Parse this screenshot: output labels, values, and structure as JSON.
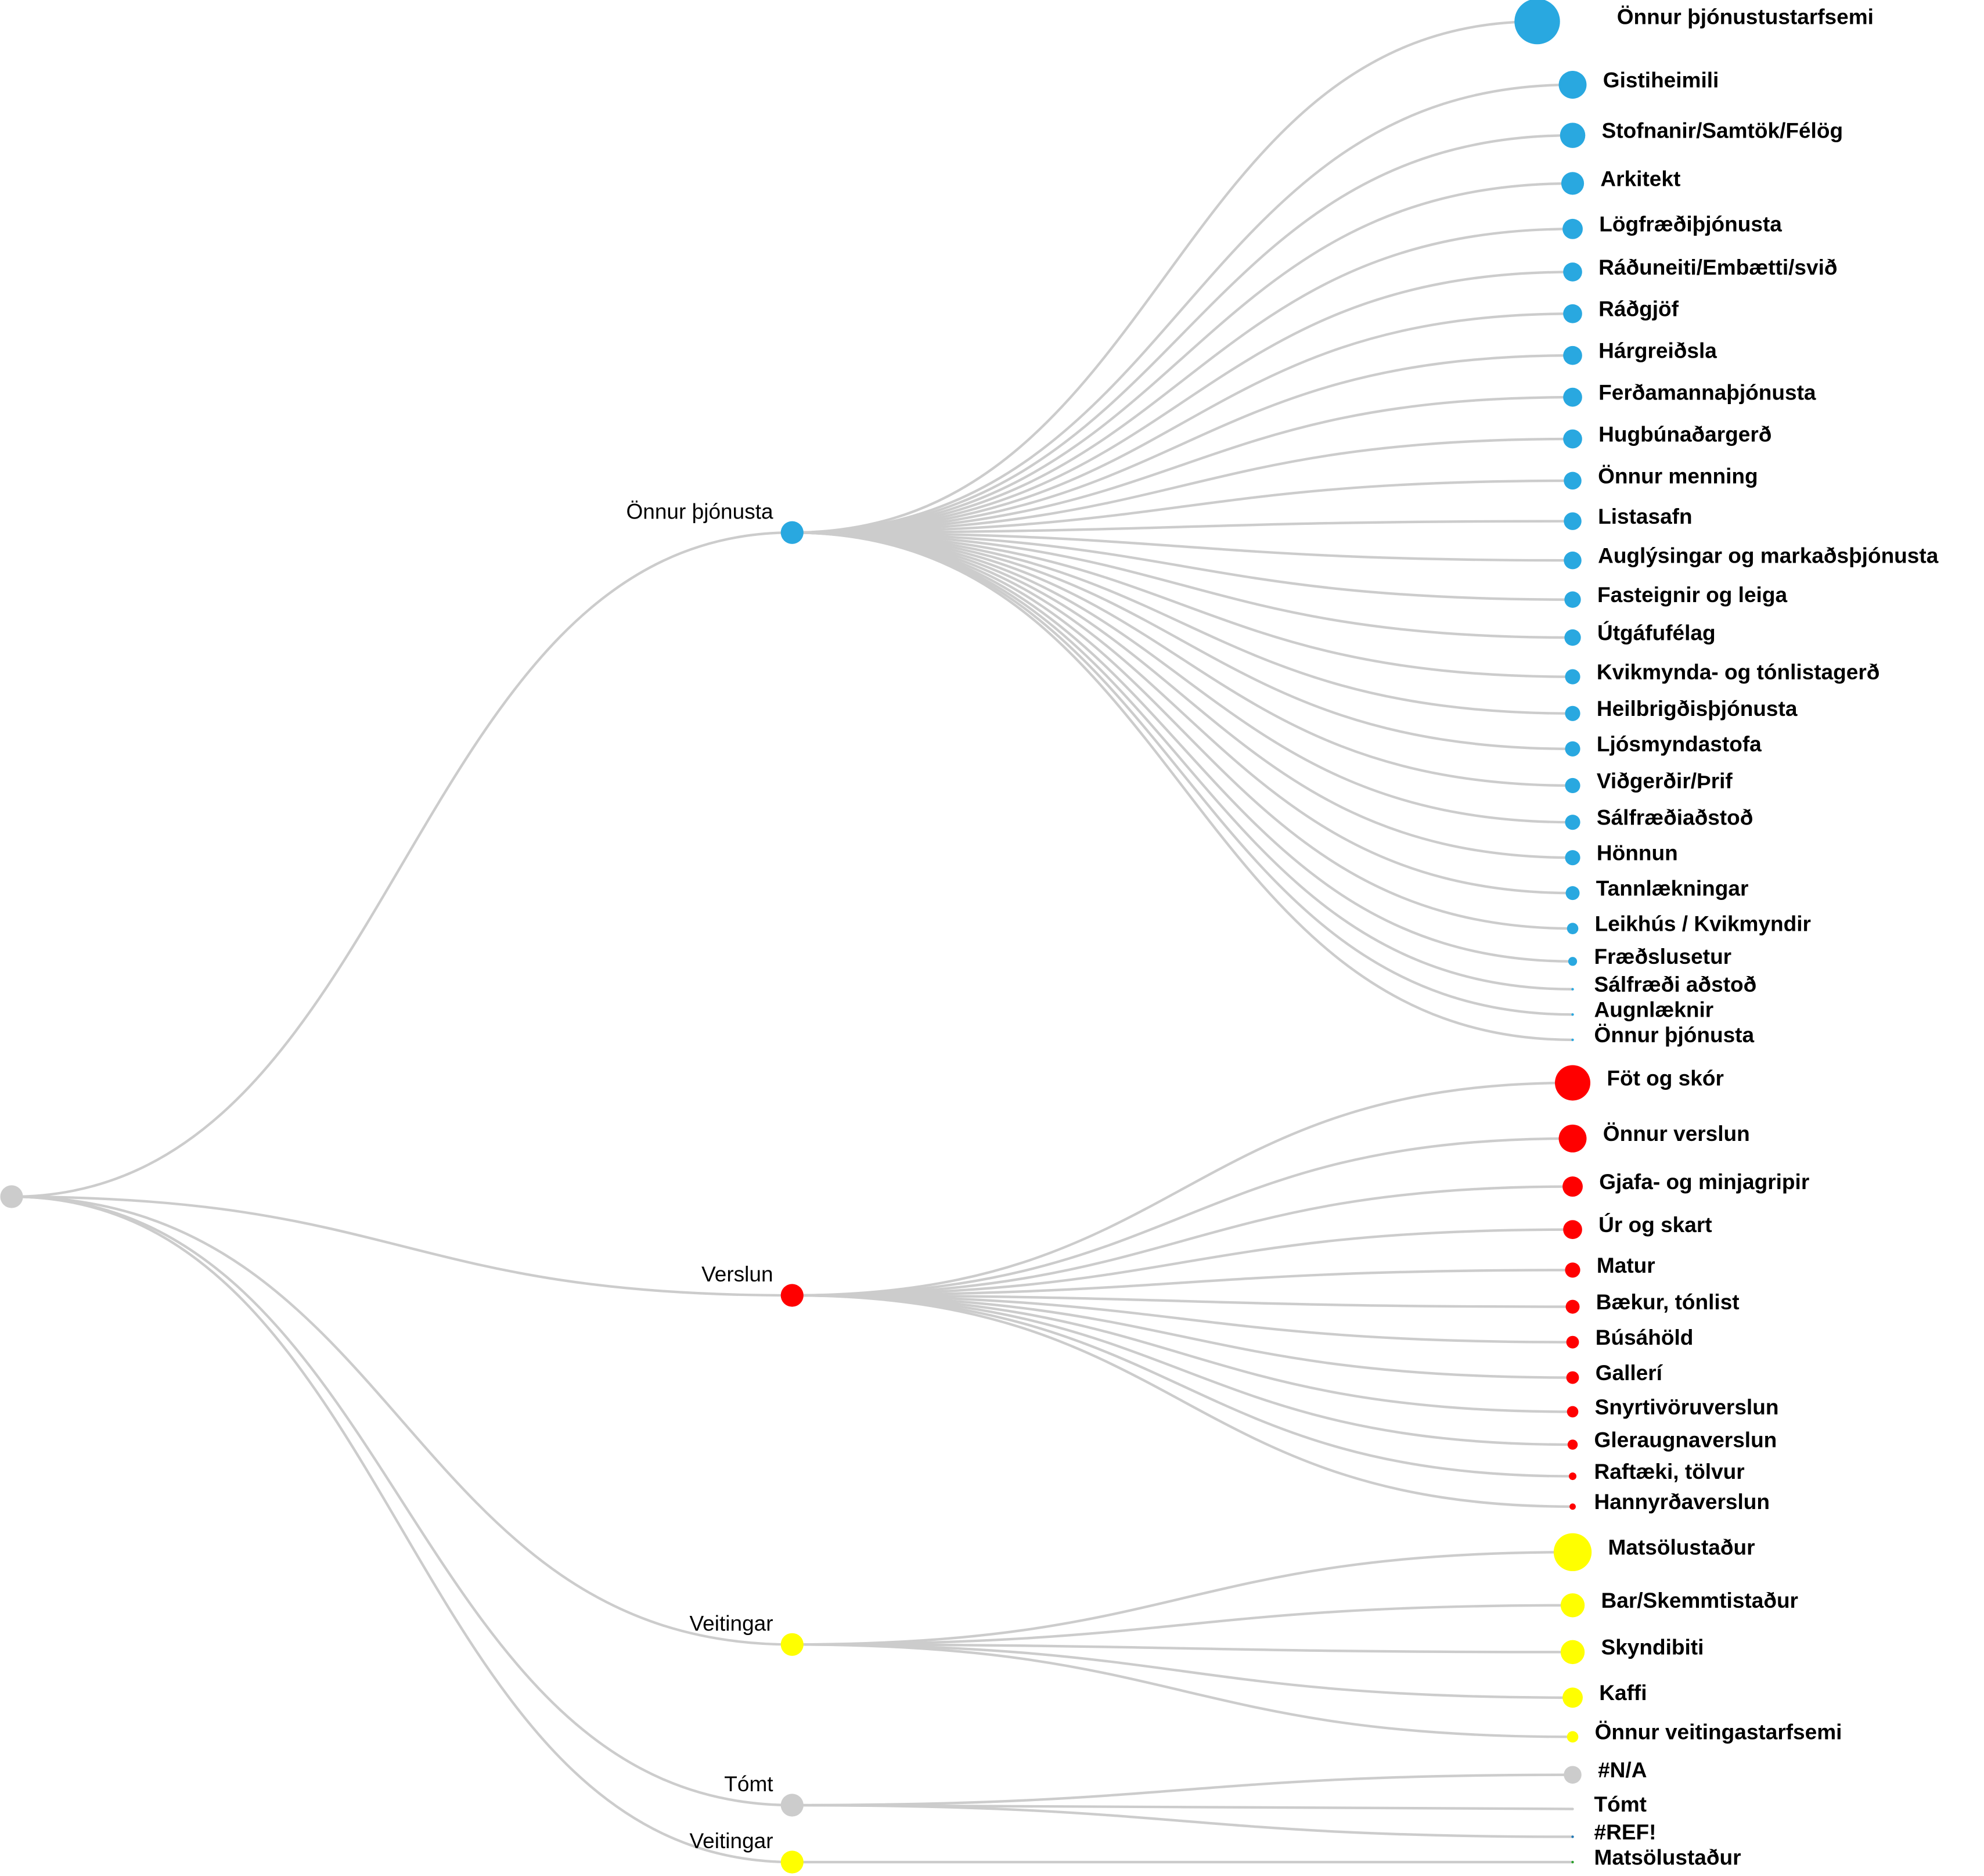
{
  "colors": {
    "blue": "#29a8e0",
    "red": "#ff0000",
    "yellow": "#ffff00",
    "grey": "#cccccc",
    "link": "#cccccc",
    "dark_blue": "#1f77b4",
    "green": "#2ca02c"
  },
  "tree": {
    "root": {
      "color": "grey"
    },
    "groups": [
      {
        "label": "Önnur þjónusta",
        "color": "blue",
        "children": [
          {
            "label": "Önnur þjónustustarfsemi",
            "value": 18
          },
          {
            "label": "Gistiheimili",
            "value": 11
          },
          {
            "label": "Stofnanir/Samtök/Félög",
            "value": 10
          },
          {
            "label": "Arkitekt",
            "value": 9
          },
          {
            "label": "Lögfræðiþjónusta",
            "value": 8
          },
          {
            "label": "Ráðuneiti/Embætti/svið",
            "value": 7.5
          },
          {
            "label": "Ráðgjöf",
            "value": 7.5
          },
          {
            "label": "Hárgreiðsla",
            "value": 7.5
          },
          {
            "label": "Ferðamannaþjónusta",
            "value": 7.5
          },
          {
            "label": "Hugbúnaðargerð",
            "value": 7.5
          },
          {
            "label": "Önnur menning",
            "value": 7
          },
          {
            "label": "Listasafn",
            "value": 7
          },
          {
            "label": "Auglýsingar og markaðsþjónusta",
            "value": 7
          },
          {
            "label": "Fasteignir og leiga",
            "value": 6.5
          },
          {
            "label": "Útgáfufélag",
            "value": 6.5
          },
          {
            "label": "Kvikmynda- og tónlistagerð",
            "value": 6
          },
          {
            "label": "Heilbrigðisþjónusta",
            "value": 6
          },
          {
            "label": "Ljósmyndastofa",
            "value": 6
          },
          {
            "label": "Viðgerðir/Þrif",
            "value": 6
          },
          {
            "label": "Sálfræðiaðstoð",
            "value": 6
          },
          {
            "label": "Hönnun",
            "value": 6
          },
          {
            "label": "Tannlækningar",
            "value": 5.5
          },
          {
            "label": "Leikhús / Kvikmyndir",
            "value": 4.5
          },
          {
            "label": "Fræðslusetur",
            "value": 3.5
          },
          {
            "label": "Sálfræði aðstoð",
            "value": 1
          },
          {
            "label": "Augnlæknir",
            "value": 1
          },
          {
            "label": "Önnur þjónusta",
            "value": 1
          }
        ]
      },
      {
        "label": "Verslun",
        "color": "red",
        "children": [
          {
            "label": "Föt og skór",
            "value": 14
          },
          {
            "label": "Önnur verslun",
            "value": 11
          },
          {
            "label": "Gjafa- og minjagripir",
            "value": 8
          },
          {
            "label": "Úr og skart",
            "value": 7.5
          },
          {
            "label": "Matur",
            "value": 6
          },
          {
            "label": "Bækur, tónlist",
            "value": 5.5
          },
          {
            "label": "Búsáhöld",
            "value": 5
          },
          {
            "label": "Gallerí",
            "value": 5
          },
          {
            "label": "Snyrtivöruverslun",
            "value": 4.5
          },
          {
            "label": "Gleraugnaverslun",
            "value": 4
          },
          {
            "label": "Raftæki, tölvur",
            "value": 3
          },
          {
            "label": "Hannyrðaverslun",
            "value": 2.5
          }
        ]
      },
      {
        "label": "Veitingar",
        "color": "yellow",
        "children": [
          {
            "label": "Matsölustaður",
            "value": 15
          },
          {
            "label": "Bar/Skemmtistaður",
            "value": 9.5
          },
          {
            "label": "Skyndibiti",
            "value": 9.5
          },
          {
            "label": "Kaffi",
            "value": 8
          },
          {
            "label": "Önnur veitingastarfsemi",
            "value": 4.5
          }
        ]
      },
      {
        "label": "Tómt",
        "color": "grey",
        "children": [
          {
            "label": "#N/A",
            "value": 7,
            "color": "grey"
          },
          {
            "label": "Tómt",
            "value": 1,
            "color": "grey"
          },
          {
            "label": "#REF!",
            "value": 1,
            "color": "dark_blue"
          }
        ]
      },
      {
        "label": "Veitingar",
        "color": "yellow",
        "children": [
          {
            "label": "Matsölustaður",
            "value": 1,
            "color": "green"
          }
        ]
      }
    ]
  }
}
